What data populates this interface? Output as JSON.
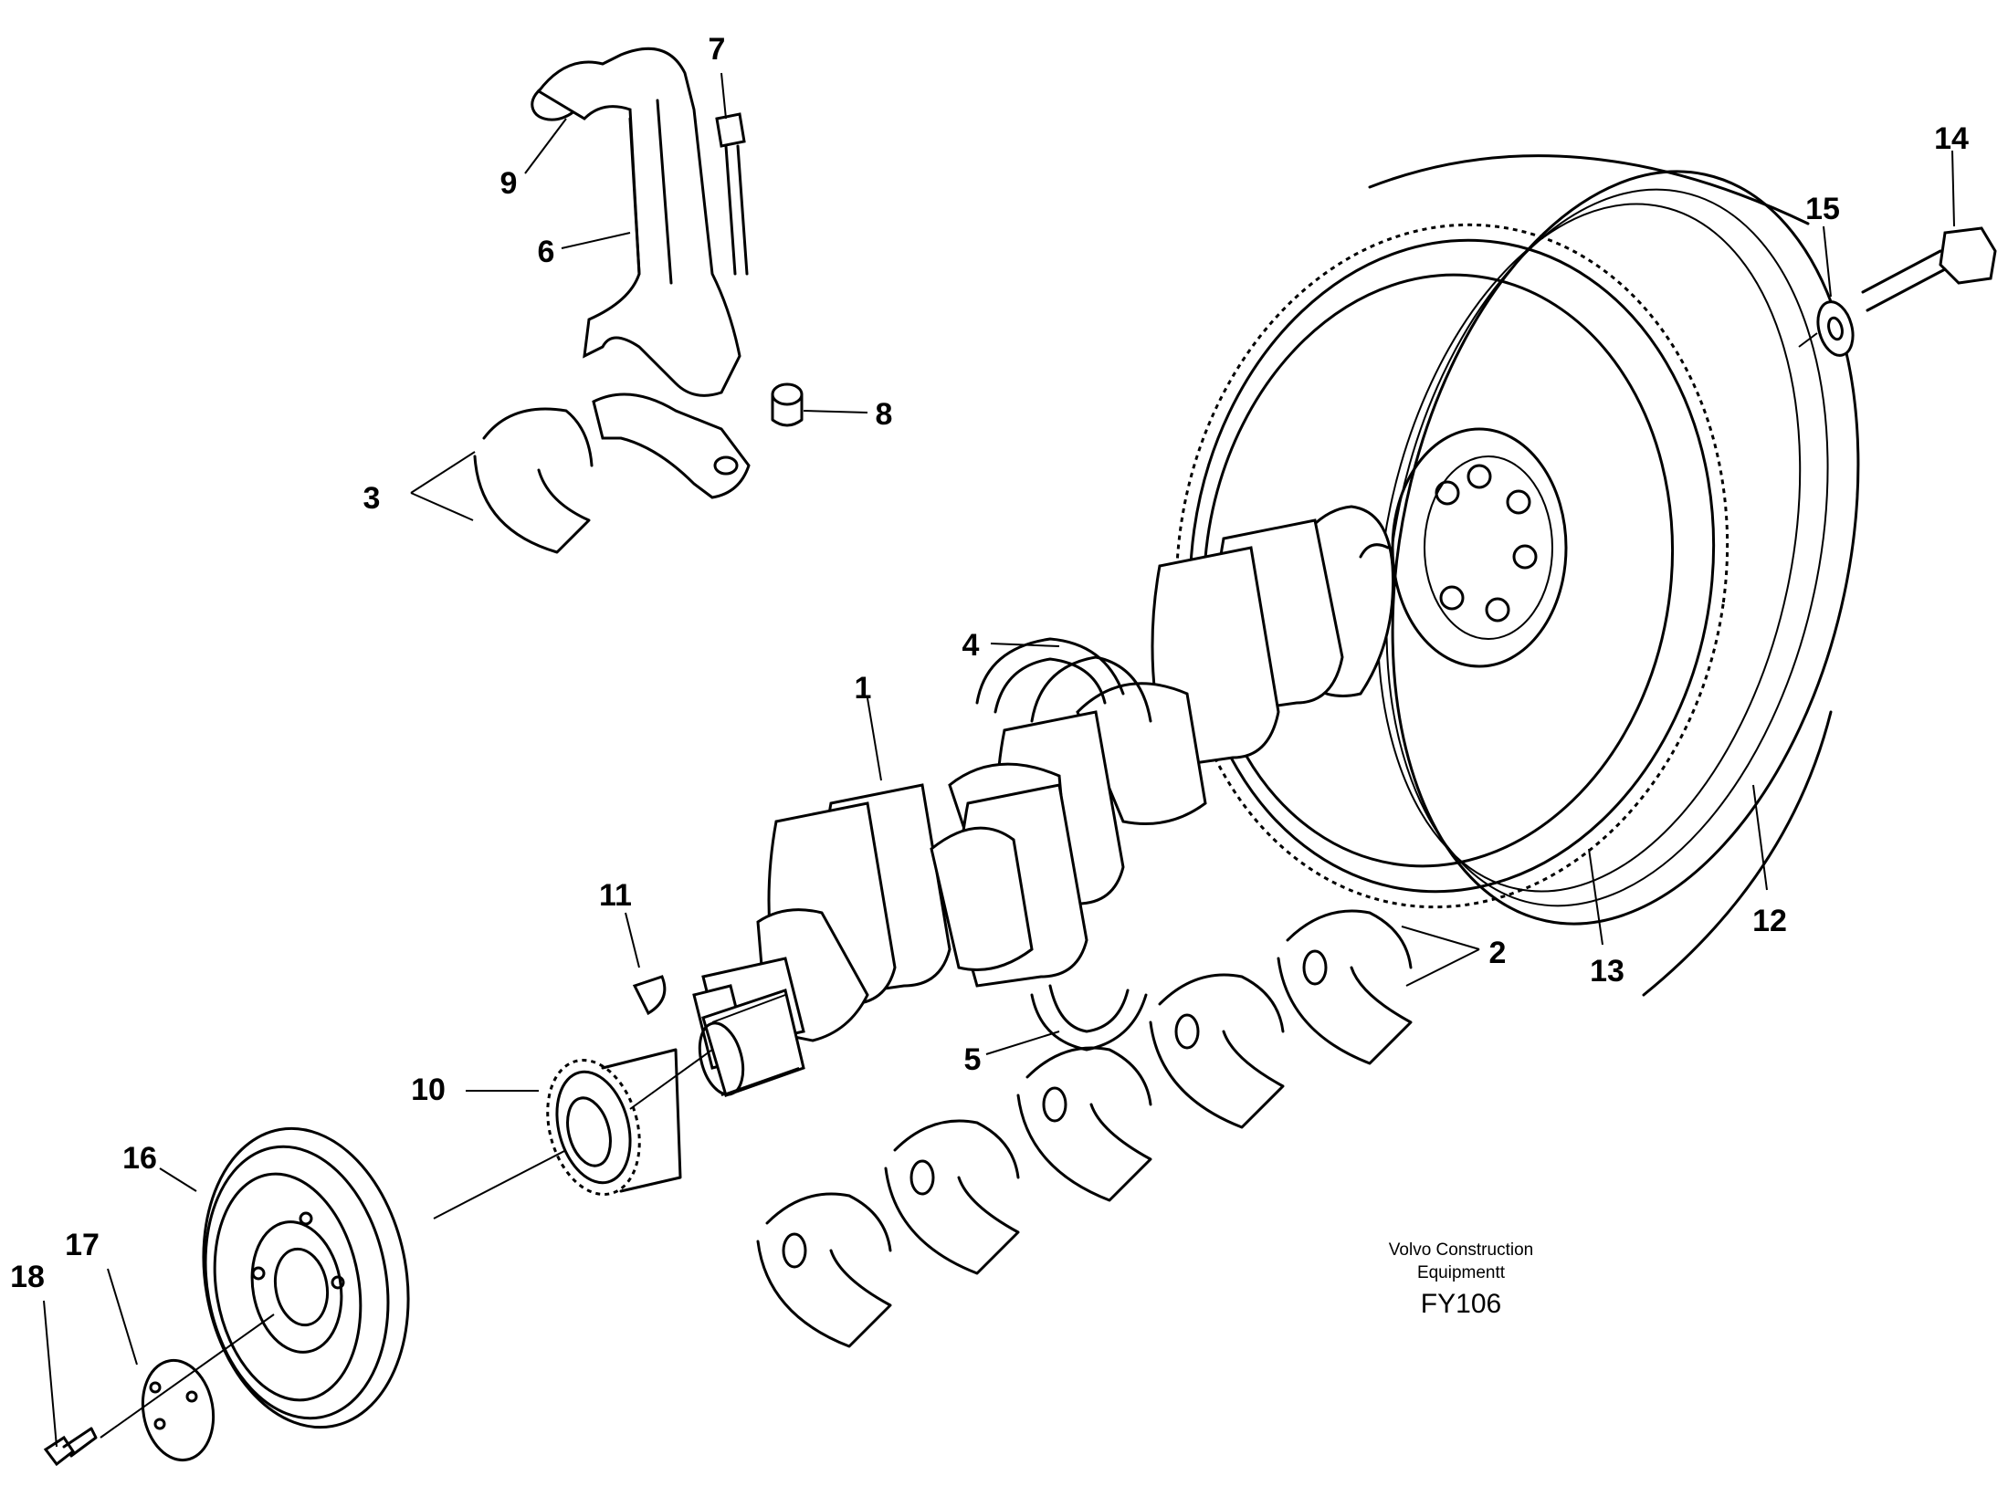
{
  "callouts": [
    {
      "id": "1",
      "label": "1"
    },
    {
      "id": "2",
      "label": "2"
    },
    {
      "id": "3",
      "label": "3"
    },
    {
      "id": "4",
      "label": "4"
    },
    {
      "id": "5",
      "label": "5"
    },
    {
      "id": "6",
      "label": "6"
    },
    {
      "id": "7",
      "label": "7"
    },
    {
      "id": "8",
      "label": "8"
    },
    {
      "id": "9",
      "label": "9"
    },
    {
      "id": "10",
      "label": "10"
    },
    {
      "id": "11",
      "label": "11"
    },
    {
      "id": "12",
      "label": "12"
    },
    {
      "id": "13",
      "label": "13"
    },
    {
      "id": "14",
      "label": "14"
    },
    {
      "id": "15",
      "label": "15"
    },
    {
      "id": "16",
      "label": "16"
    },
    {
      "id": "17",
      "label": "17"
    },
    {
      "id": "18",
      "label": "18"
    }
  ],
  "caption": {
    "line1": "Volvo Construction",
    "line2": "Equipmentt",
    "code": "FY106"
  }
}
